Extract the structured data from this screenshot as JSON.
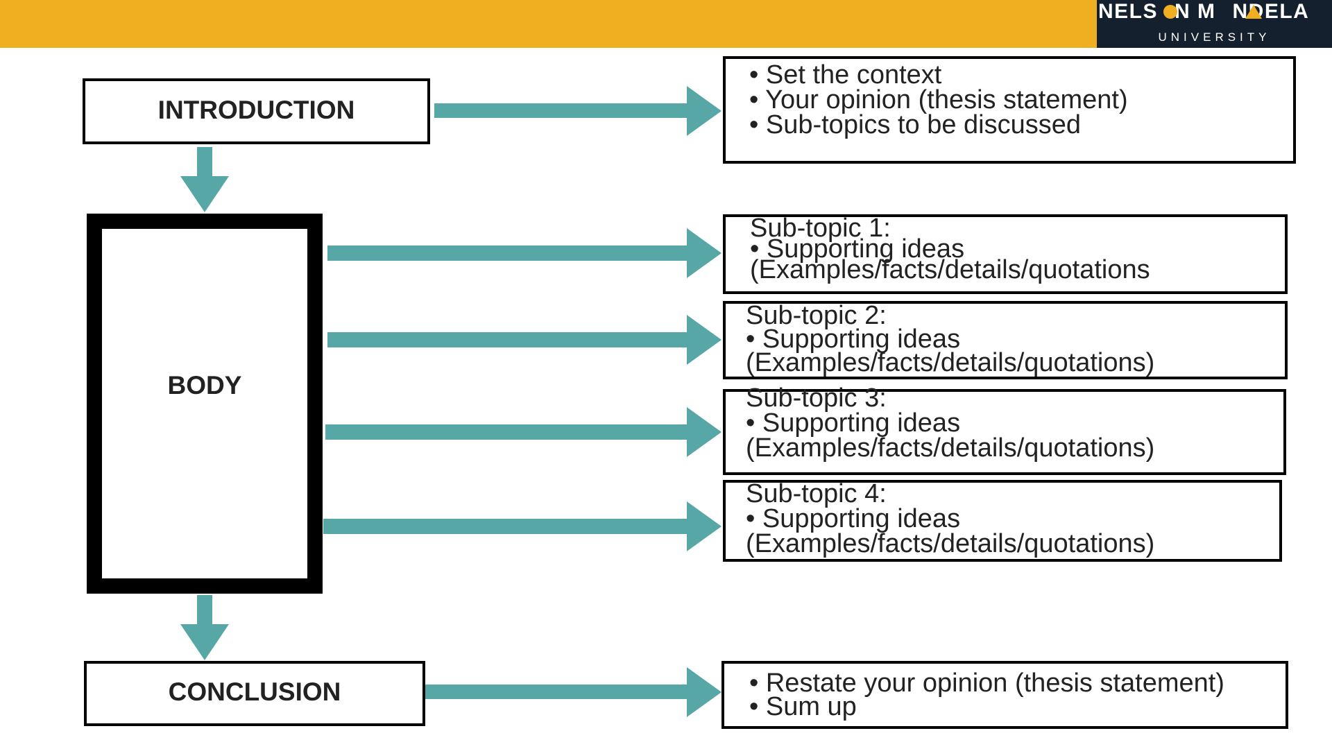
{
  "colors": {
    "banner": "#F0AE21",
    "logo_bg": "#14202E",
    "arrow": "#56A7A6",
    "border": "#000000"
  },
  "logo": {
    "name_part1": "NELS",
    "name_part2": "N  M",
    "name_part3": "NDELA",
    "subtitle": "UNIVERSITY"
  },
  "introduction": {
    "label": "INTRODUCTION",
    "points": [
      "• Set the context",
      "• Your opinion (thesis statement)",
      "• Sub-topics to be discussed"
    ]
  },
  "body": {
    "label": "BODY",
    "subtopics": [
      {
        "title": "Sub-topic 1:",
        "line1": "• Supporting ideas",
        "line2": "(Examples/facts/details/quotations"
      },
      {
        "title": "Sub-topic 2:",
        "line1": "• Supporting ideas",
        "line2": "(Examples/facts/details/quotations)"
      },
      {
        "title": "Sub-topic 3:",
        "line1": "• Supporting ideas",
        "line2": "(Examples/facts/details/quotations)"
      },
      {
        "title": "Sub-topic 4:",
        "line1": "• Supporting ideas",
        "line2": "(Examples/facts/details/quotations)"
      }
    ]
  },
  "conclusion": {
    "label": "CONCLUSION",
    "points": [
      "• Restate your opinion (thesis statement)",
      "• Sum up"
    ]
  }
}
